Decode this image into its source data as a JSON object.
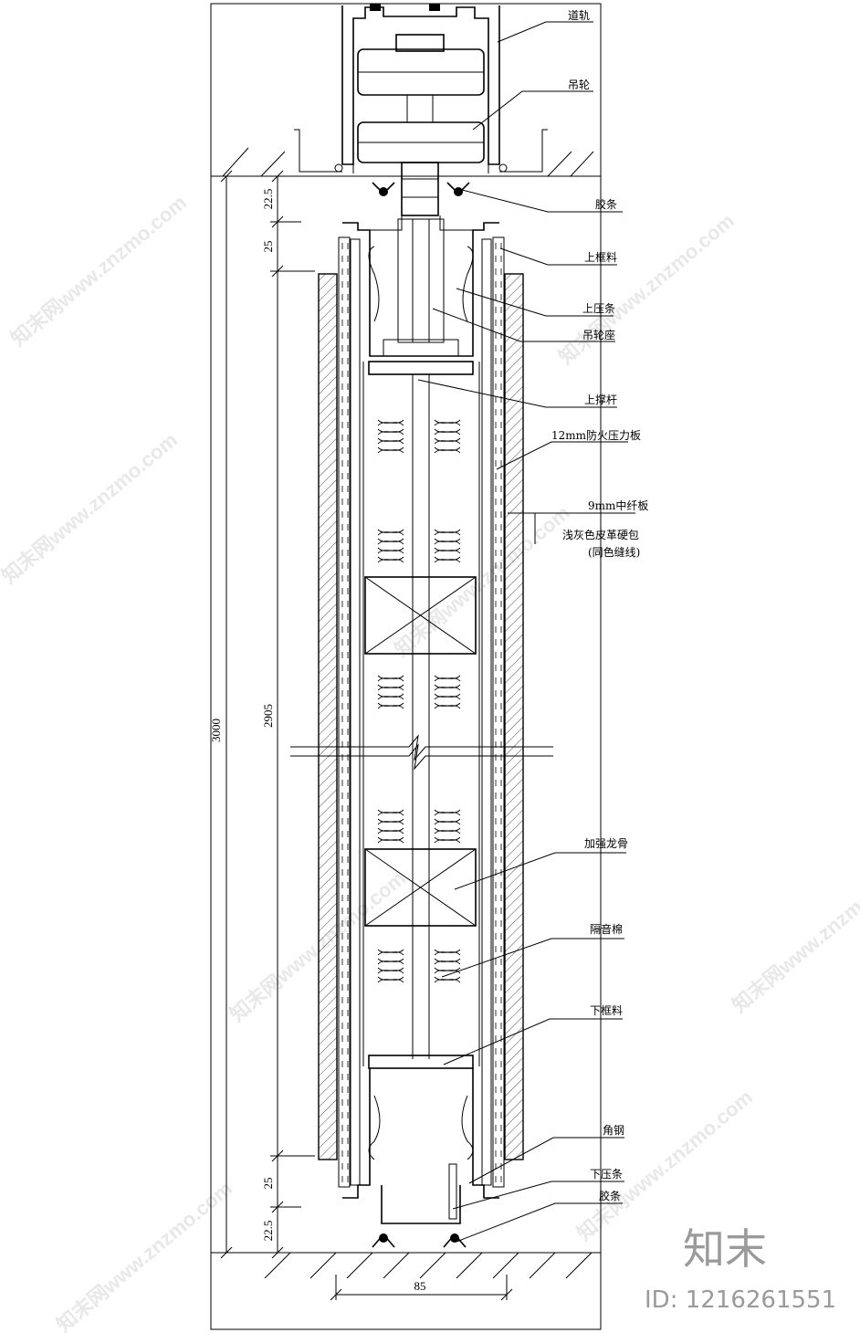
{
  "labels": {
    "track": "道轨",
    "hanging_wheel": "吊轮",
    "rubber_strip_top": "胶条",
    "top_frame": "上框料",
    "top_bead": "上压条",
    "wheel_seat": "吊轮座",
    "top_brace": "上撑杆",
    "fire_board": "12mm防火压力板",
    "mdf_board": "9mm中纤板",
    "leather_cover": "浅灰色皮革硬包",
    "leather_cover_note": "(同色缝线)",
    "reinforce_keel": "加强龙骨",
    "sound_cotton": "隔音棉",
    "bottom_frame": "下框料",
    "angle_steel": "角钢",
    "bottom_bead": "下压条",
    "rubber_strip_bottom": "胶条"
  },
  "dimensions": {
    "total_height": "3000",
    "panel_height": "2905",
    "top_gap": "22.5",
    "top_frame": "25",
    "bottom_frame": "25",
    "bottom_gap": "22.5",
    "width": "85"
  },
  "watermark": {
    "text": "知末网www.znzmo.com",
    "brand": "知末",
    "id": "ID: 1216261551"
  }
}
